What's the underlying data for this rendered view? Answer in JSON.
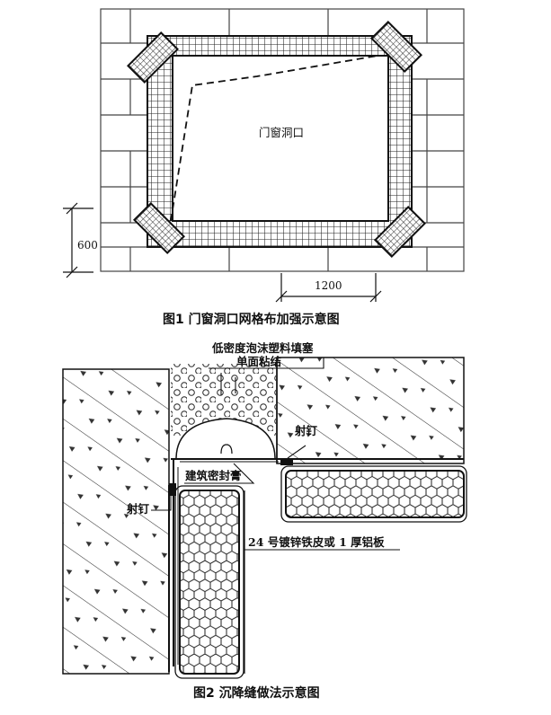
{
  "figure1": {
    "opening_label": "门窗洞口",
    "dim_height": "600",
    "dim_width": "1200",
    "caption": "图1  门窗洞口网格布加强示意图"
  },
  "figure2": {
    "label_foam": "低密度泡沫塑料填塞",
    "label_bond": "单面粘结",
    "label_nail_right": "射钉",
    "label_sealant": "建筑密封膏",
    "label_nail_left": "射钉",
    "label_sheet": "24 号镀锌铁皮或 1 厚铝板",
    "caption": "图2  沉降缝做法示意图"
  }
}
